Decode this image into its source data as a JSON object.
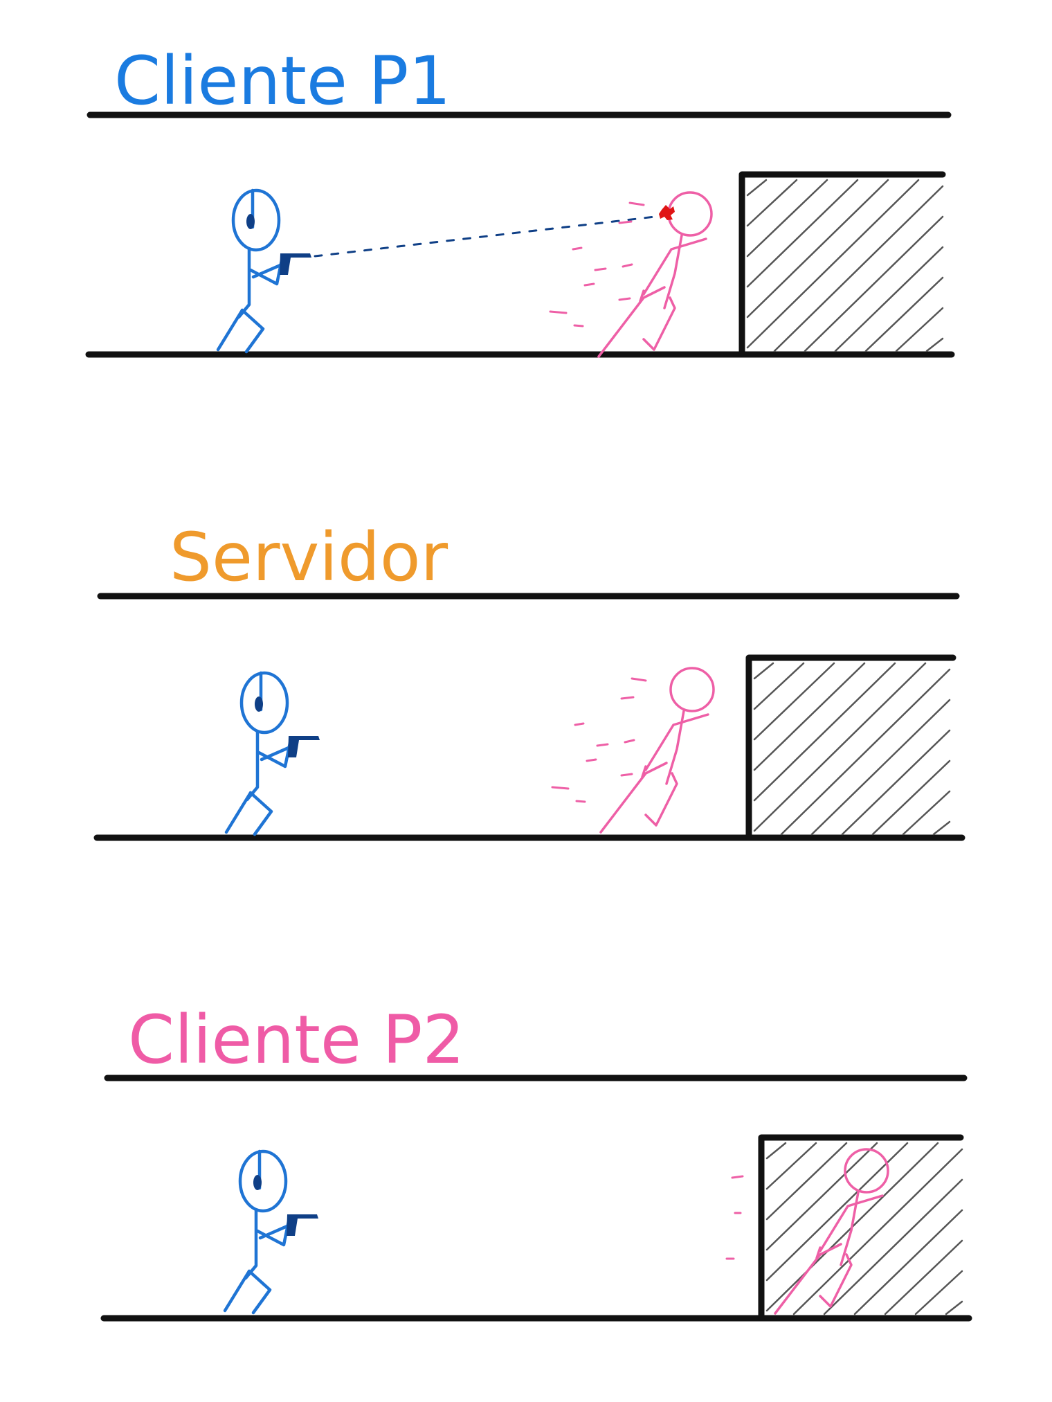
{
  "panels": [
    {
      "title": "Cliente P1",
      "title_color": "#1a7be0",
      "shooter_color": "#1f74d4",
      "target_color": "#ee5fa6",
      "hit_marker": true,
      "bullet_trace": true,
      "target_behind_wall": false
    },
    {
      "title": "Servidor",
      "title_color": "#ef9a2c",
      "shooter_color": "#1f74d4",
      "target_color": "#ee5fa6",
      "hit_marker": false,
      "bullet_trace": false,
      "target_behind_wall": false
    },
    {
      "title": "Cliente P2",
      "title_color": "#ef5ba6",
      "shooter_color": "#1f74d4",
      "target_color": "#ee5fa6",
      "hit_marker": false,
      "bullet_trace": false,
      "target_behind_wall": true
    }
  ],
  "colors": {
    "line": "#111111",
    "hatch": "#555555",
    "gun": "#0f3f86",
    "hit": "#e01414"
  },
  "icons": {
    "shooter": "stick-figure-with-headset",
    "target": "running-stick-figure",
    "wall": "hatched-wall-block"
  }
}
